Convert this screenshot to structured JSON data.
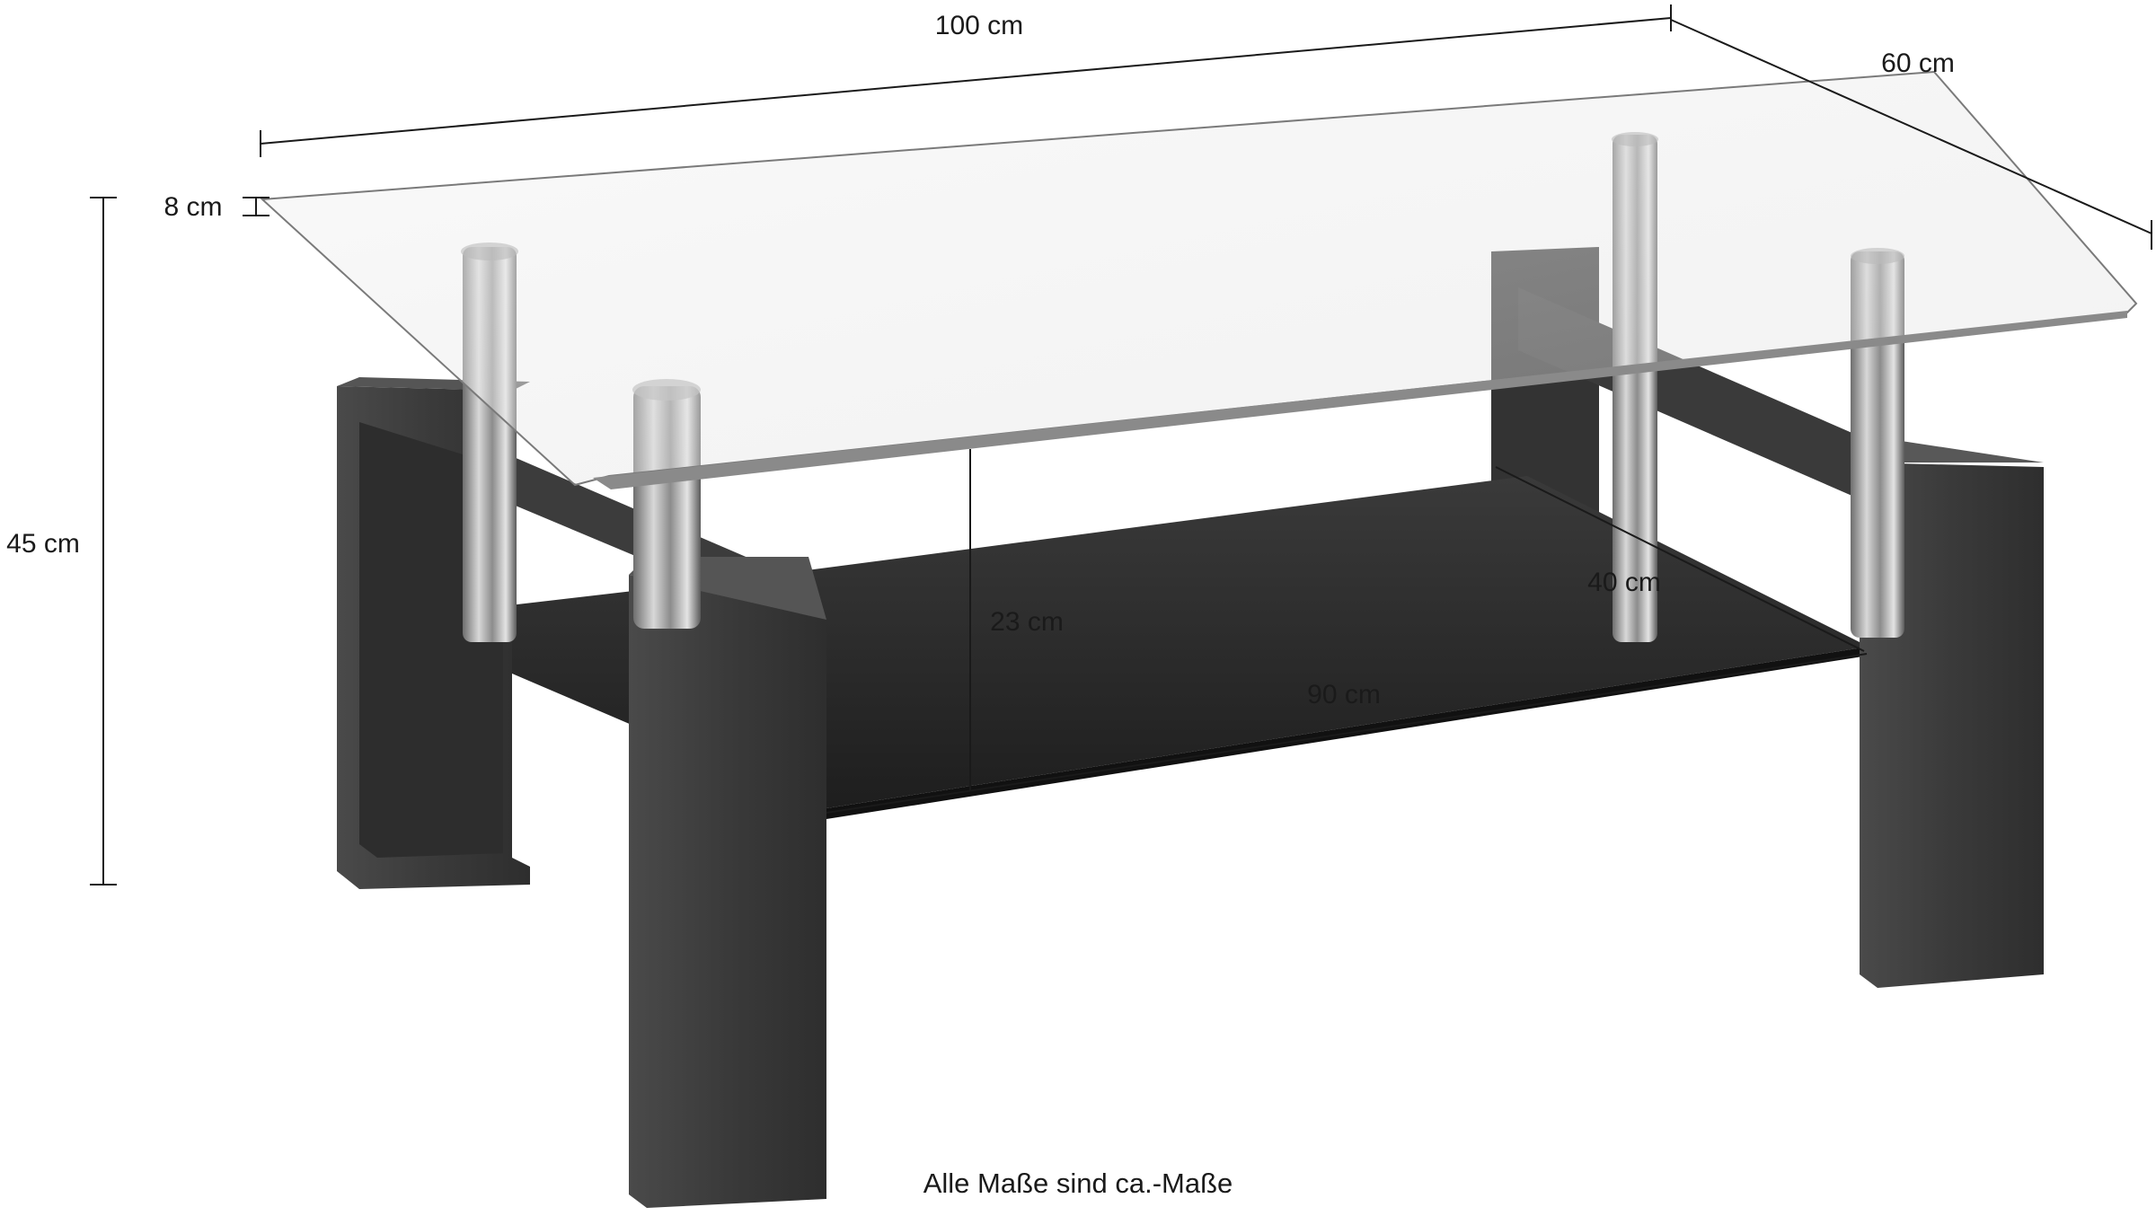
{
  "dimensions": {
    "width": "100 cm",
    "depth": "60 cm",
    "top_thickness": "8 cm",
    "height": "45 cm",
    "shelf_clearance": "23 cm",
    "shelf_depth": "40 cm",
    "shelf_width": "90 cm"
  },
  "caption": "Alle Maße sind ca.-Maße",
  "colors": {
    "leg": "#3c3c3c",
    "shelf": "#2a2a2a",
    "glass_edge": "#7a7a7a",
    "chrome": "#9a9a9a",
    "dim_line": "#1a1a1a"
  }
}
